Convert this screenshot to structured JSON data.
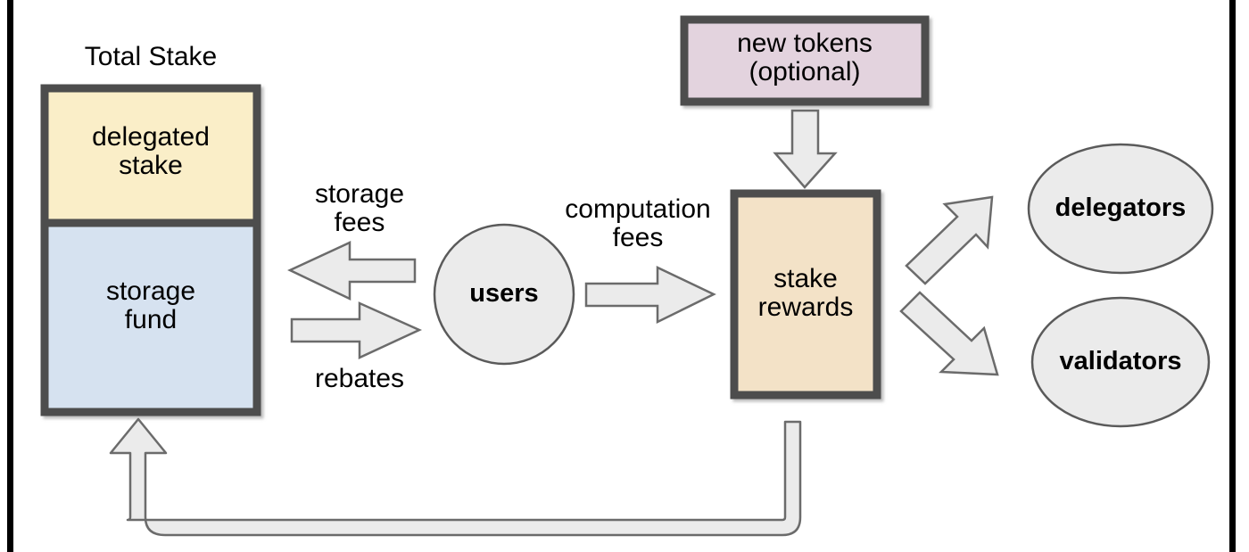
{
  "diagram": {
    "title_label": "Total Stake",
    "colors": {
      "delegated_stake_fill": "#faeec8",
      "storage_fund_fill": "#d6e2f0",
      "new_tokens_fill": "#e3d3de",
      "stake_rewards_fill": "#f3e2c7",
      "node_fill": "#ebebeb",
      "arrow_fill": "#ebebeb",
      "arrow_stroke": "#6b6b6b",
      "box_border": "#4d4d4d",
      "frame_rail": "#000000",
      "text": "#000000"
    },
    "boxes": [
      {
        "id": "delegated-stake",
        "label": "delegated\nstake",
        "fill": "#faeec8"
      },
      {
        "id": "storage-fund",
        "label": "storage\nfund",
        "fill": "#d6e2f0"
      },
      {
        "id": "new-tokens",
        "label": "new tokens\n(optional)",
        "fill": "#e3d3de"
      },
      {
        "id": "stake-rewards",
        "label": "stake\nrewards",
        "fill": "#f3e2c7"
      }
    ],
    "nodes": [
      {
        "id": "users",
        "label": "users",
        "shape": "circle"
      },
      {
        "id": "delegators",
        "label": "delegators",
        "shape": "ellipse"
      },
      {
        "id": "validators",
        "label": "validators",
        "shape": "ellipse"
      }
    ],
    "arrow_labels": [
      {
        "id": "storage-fees",
        "label": "storage\nfees",
        "direction": "left"
      },
      {
        "id": "rebates",
        "label": "rebates",
        "direction": "right"
      },
      {
        "id": "computation-fees",
        "label": "computation\nfees",
        "direction": "right"
      }
    ],
    "arrows": [
      {
        "id": "storage-fees-arrow",
        "from": "users",
        "to": "storage-fund",
        "direction": "left"
      },
      {
        "id": "rebates-arrow",
        "from": "storage-fund",
        "to": "users",
        "direction": "right"
      },
      {
        "id": "computation-fees-arrow",
        "from": "users",
        "to": "stake-rewards",
        "direction": "right"
      },
      {
        "id": "new-tokens-arrow",
        "from": "new-tokens",
        "to": "stake-rewards",
        "direction": "down"
      },
      {
        "id": "delegators-arrow",
        "from": "stake-rewards",
        "to": "delegators",
        "direction": "up-right"
      },
      {
        "id": "validators-arrow",
        "from": "stake-rewards",
        "to": "validators",
        "direction": "down-right"
      },
      {
        "id": "storage-fund-loop-arrow",
        "from": "stake-rewards",
        "to": "storage-fund",
        "direction": "loop-up"
      }
    ]
  }
}
